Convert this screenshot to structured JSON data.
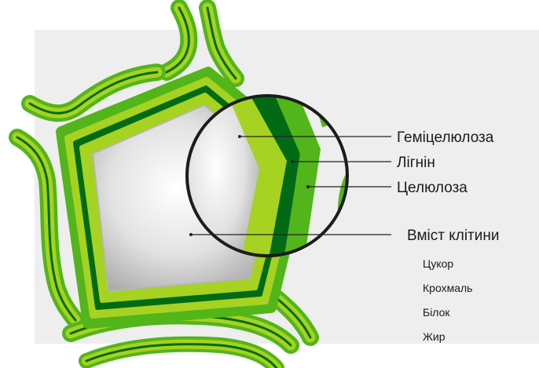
{
  "diagram": {
    "labels": {
      "hemicellulose": "Геміцелюлоза",
      "lignin": "Лігнін",
      "cellulose": "Целюлоза",
      "cell_contents": "Вміст клітини"
    },
    "contents": [
      "Цукор",
      "Крохмаль",
      "Білок",
      "Жир"
    ],
    "colors": {
      "background": "#eeeeee",
      "cellulose": "#52b51a",
      "hemicellulose": "#a6d221",
      "lignin": "#006b14",
      "cell_interior": "#c8c8c8",
      "magnifier_ring": "#1c1c1c"
    }
  }
}
